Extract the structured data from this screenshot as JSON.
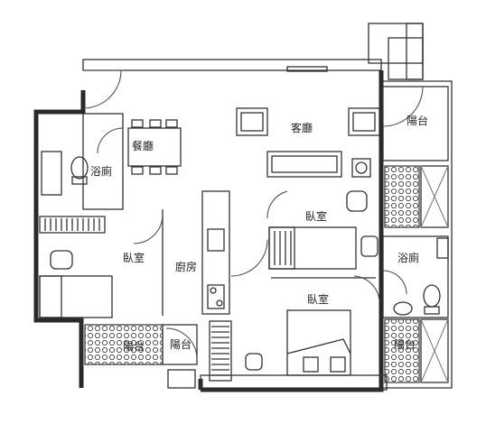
{
  "rooms": {
    "living": "客廳",
    "dining": "餐廳",
    "balcony_top": "陽台",
    "bath_left": "浴廁",
    "bath_right": "浴廁",
    "bedroom_center": "臥室",
    "bedroom_left": "臥室",
    "bedroom_bottom": "臥室",
    "kitchen": "廚房",
    "balcony_bottom": "陽台",
    "balcony_bottom_left": "陽台",
    "balcony_bottom_right": "陽台"
  },
  "colors": {
    "wall": "#2a2a2a",
    "line": "#333333",
    "background": "#ffffff"
  }
}
